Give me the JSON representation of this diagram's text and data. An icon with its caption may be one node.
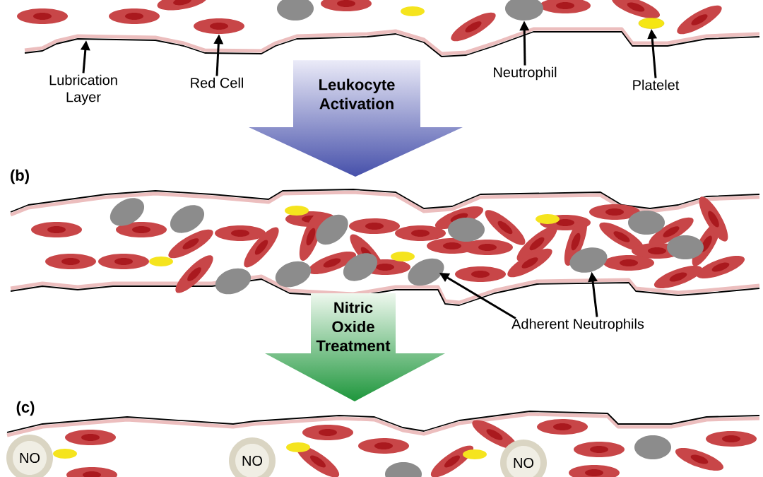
{
  "diagram": {
    "nodes": [
      {
        "text": [
          "Lubrication Layer"
        ]
      },
      {
        "text": [
          "Red Cell"
        ]
      },
      {
        "text": [],
        "shape": "ellipse"
      },
      {
        "text": [
          "Neutrophil"
        ]
      },
      {
        "text": [],
        "shape": "ellipse"
      },
      {
        "text": [
          "Platelet"
        ]
      },
      {
        "text": [],
        "shape": "ellipse"
      },
      {
        "text": [
          "Leukocyte Activation"
        ]
      },
      {
        "text": [
          "Adherent Neutrophils"
        ]
      },
      {
        "text": [],
        "shape": "ellipse"
      },
      {
        "text": [],
        "shape": "ellipse"
      },
      {
        "text": [
          "Nitric Oxide Treatment"
        ]
      },
      {
        "text": [
          "NO"
        ]
      },
      {
        "text": [
          "NO"
        ]
      },
      {
        "text": [
          "NO"
        ]
      }
    ],
    "edges": [
      {
        "from": 0,
        "to": null,
        "arrow": "to"
      },
      {
        "from": 1,
        "to": 2,
        "arrow": "to"
      },
      {
        "from": 3,
        "to": 4,
        "arrow": "to"
      },
      {
        "from": 5,
        "to": 6,
        "arrow": "to"
      },
      {
        "from": 8,
        "to": 9,
        "arrow": "to"
      },
      {
        "from": 8,
        "to": 10,
        "arrow": "to"
      }
    ],
    "labels": [
      "(b)",
      "(c)"
    ]
  }
}
